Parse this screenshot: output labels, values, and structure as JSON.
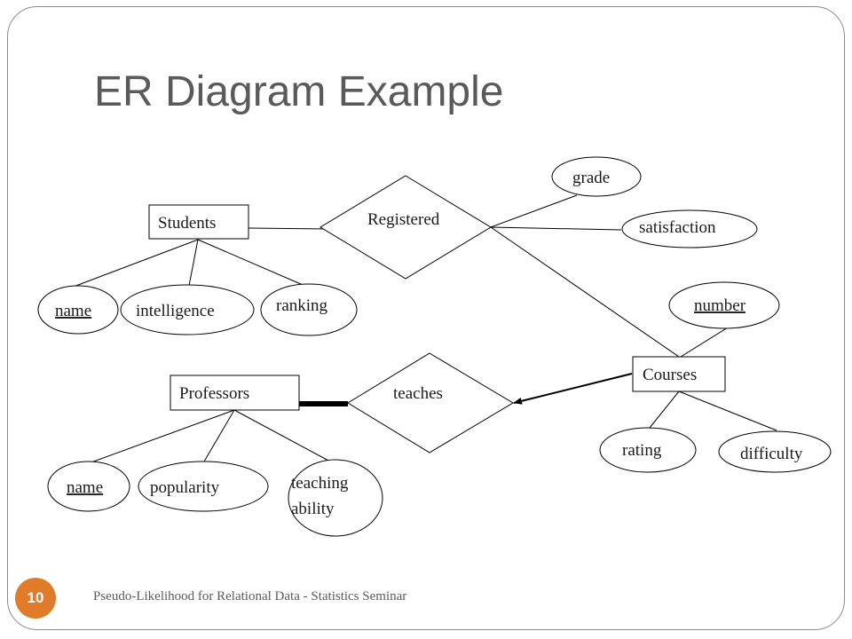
{
  "slide": {
    "title": "ER Diagram Example",
    "footer": "Pseudo-Likelihood for Relational Data - Statistics Seminar",
    "page_number": "10"
  },
  "colors": {
    "badge": "#e07b2a",
    "title": "#5a5a5a"
  },
  "diagram": {
    "entities": {
      "students": "Students",
      "professors": "Professors",
      "courses": "Courses"
    },
    "relationships": {
      "registered": "Registered",
      "teaches": "teaches"
    },
    "attributes": {
      "student_name": "name",
      "student_intelligence": "intelligence",
      "student_ranking": "ranking",
      "registered_grade": "grade",
      "registered_satisfaction": "satisfaction",
      "course_number": "number",
      "course_rating": "rating",
      "course_difficulty": "difficulty",
      "professor_name": "name",
      "professor_popularity": "popularity",
      "professor_teaching_line1": "teaching",
      "professor_teaching_line2": "ability"
    }
  }
}
